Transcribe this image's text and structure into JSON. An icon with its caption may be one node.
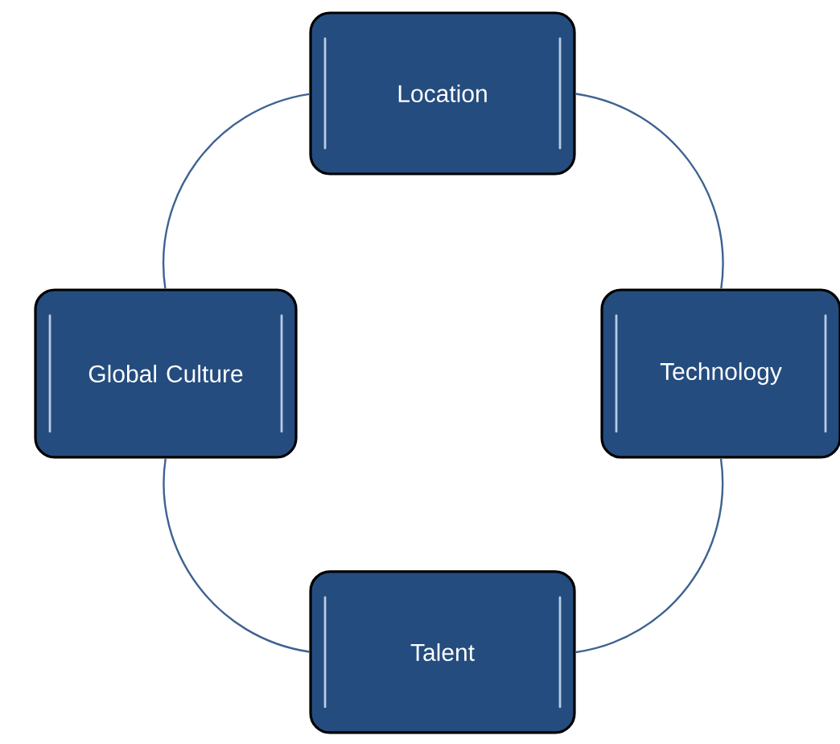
{
  "diagram": {
    "nodes": [
      {
        "text": [
          "Location"
        ]
      },
      {
        "text": [
          "Technology"
        ]
      },
      {
        "text": [
          "Talent"
        ]
      },
      {
        "text": [
          "Global Culture"
        ]
      }
    ],
    "edges": [
      {
        "from": 0,
        "to": 1,
        "arrow": "none"
      },
      {
        "from": 1,
        "to": 2,
        "arrow": "none"
      },
      {
        "from": 2,
        "to": 3,
        "arrow": "none"
      },
      {
        "from": 3,
        "to": 0,
        "arrow": "none"
      }
    ]
  }
}
